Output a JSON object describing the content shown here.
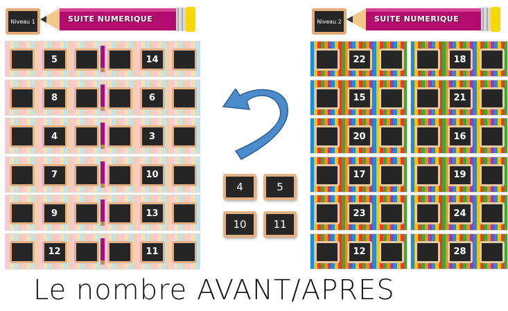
{
  "level1": {
    "badge": "Niveau 1",
    "pencil_label": "SUITE NUMERIQUE",
    "rows": [
      [
        "5",
        "14"
      ],
      [
        "8",
        "6"
      ],
      [
        "4",
        "3"
      ],
      [
        "7",
        "10"
      ],
      [
        "9",
        "13"
      ],
      [
        "12",
        "11"
      ]
    ]
  },
  "level2": {
    "badge": "Niveau 2",
    "pencil_label": "SUITE NUMERIQUE",
    "rows": [
      [
        "22",
        "18"
      ],
      [
        "15",
        "21"
      ],
      [
        "20",
        "16"
      ],
      [
        "17",
        "19"
      ],
      [
        "23",
        "24"
      ],
      [
        "12",
        "28"
      ]
    ]
  },
  "examples": [
    "4",
    "5",
    "10",
    "11"
  ],
  "icons": {
    "arrow": "curved-arrow-left-icon"
  },
  "colors": {
    "pencil_body": "#b10c6e",
    "arrow": "#4a8ccc",
    "slate": "#262626",
    "slate_frame": "#e3b184"
  },
  "caption": "Le nombre AVANT/APRES"
}
